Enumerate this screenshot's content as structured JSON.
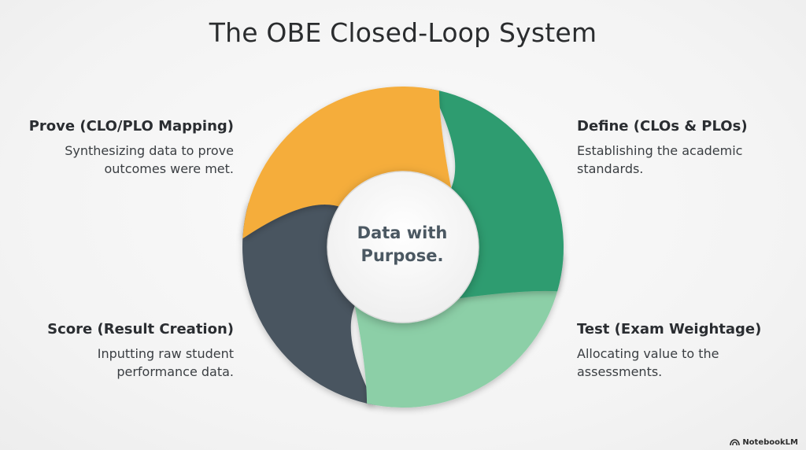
{
  "title": "The OBE Closed-Loop System",
  "hub": {
    "line1": "Data with",
    "line2": "Purpose."
  },
  "segments": [
    {
      "id": "prove",
      "heading": "Prove (CLO/PLO Mapping)",
      "description": "Synthesizing data to prove\noutcomes were met.",
      "color": "#f5ad3b"
    },
    {
      "id": "define",
      "heading": "Define (CLOs & PLOs)",
      "description": "Establishing the academic\nstandards.",
      "color": "#2e9c70"
    },
    {
      "id": "test",
      "heading": "Test (Exam Weightage)",
      "description": "Allocating value to the\nassessments.",
      "color": "#8ccfa7"
    },
    {
      "id": "score",
      "heading": "Score (Result Creation)",
      "description": "Inputting raw student\nperformance data.",
      "color": "#4a5560"
    }
  ],
  "brand": {
    "label": "NotebookLM",
    "icon": "notebooklm-logo-icon"
  }
}
